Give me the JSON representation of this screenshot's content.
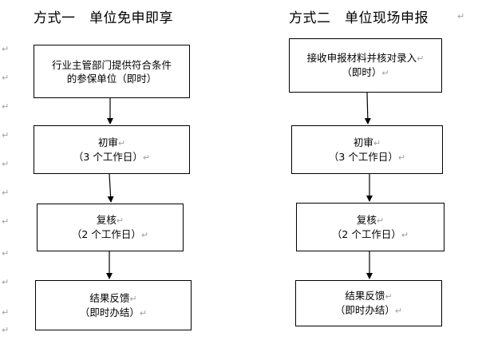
{
  "paragraph_mark": "↵",
  "flow_left": {
    "title": "方式一　单位免申即享",
    "steps": [
      {
        "line1": "行业主管部门提供符合条件",
        "line2": "的参保单位（即时）"
      },
      {
        "line1": "初审",
        "line2": "（3 个工作日）"
      },
      {
        "line1": "复核",
        "line2": "（2 个工作日）"
      },
      {
        "line1": "结果反馈",
        "line2": "（即时办结）"
      }
    ]
  },
  "flow_right": {
    "title": "方式二　单位现场申报",
    "steps": [
      {
        "line1": "接收申报材料并核对录入",
        "line2": "（即时）"
      },
      {
        "line1": "初审",
        "line2": "（3 个工作日）"
      },
      {
        "line1": "复核",
        "line2": "（2 个工作日）"
      },
      {
        "line1": "结果反馈",
        "line2": "（即时办结）"
      }
    ]
  }
}
